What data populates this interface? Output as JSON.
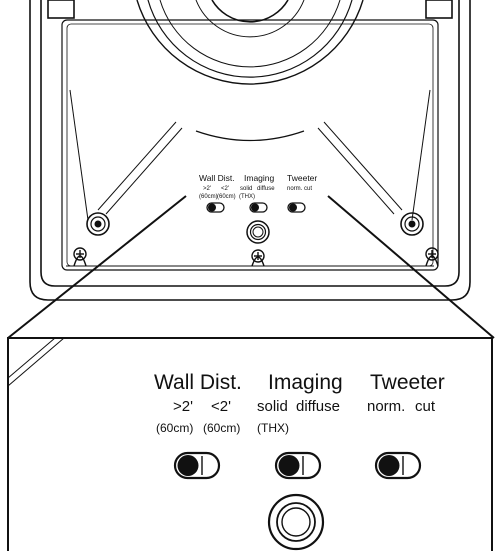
{
  "labels": {
    "wall_dist": "Wall Dist.",
    "imaging": "Imaging",
    "tweeter": "Tweeter",
    "wall_far": ">2'",
    "wall_near": "<2'",
    "wall_far_metric": "(60cm)",
    "wall_near_metric": "(60cm)",
    "imaging_solid": "solid",
    "imaging_diffuse": "diffuse",
    "imaging_thx": "(THX)",
    "tweeter_norm": "norm.",
    "tweeter_cut": "cut"
  },
  "colors": {
    "line": "#111111",
    "background": "#ffffff",
    "switch_knob": "#111111"
  },
  "icons": [
    "screw-icon",
    "connector-socket-icon",
    "slide-switch-icon"
  ]
}
